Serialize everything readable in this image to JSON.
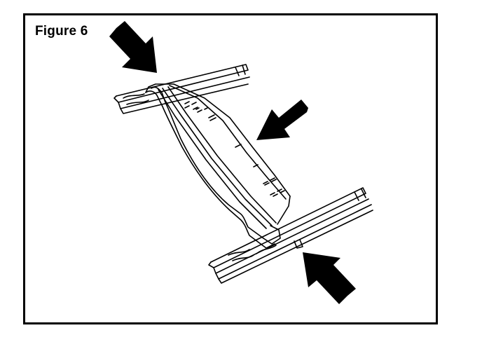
{
  "figure": {
    "title": "Figure 6"
  },
  "colors": {
    "ink": "#000000",
    "paper": "#ffffff"
  },
  "arrows": [
    {
      "name": "arrow-top-left",
      "points_to": "upper-rail-joint"
    },
    {
      "name": "arrow-upper-right",
      "points_to": "cross-member-label-area"
    },
    {
      "name": "arrow-bottom-right",
      "points_to": "lower-rail-joint"
    }
  ]
}
